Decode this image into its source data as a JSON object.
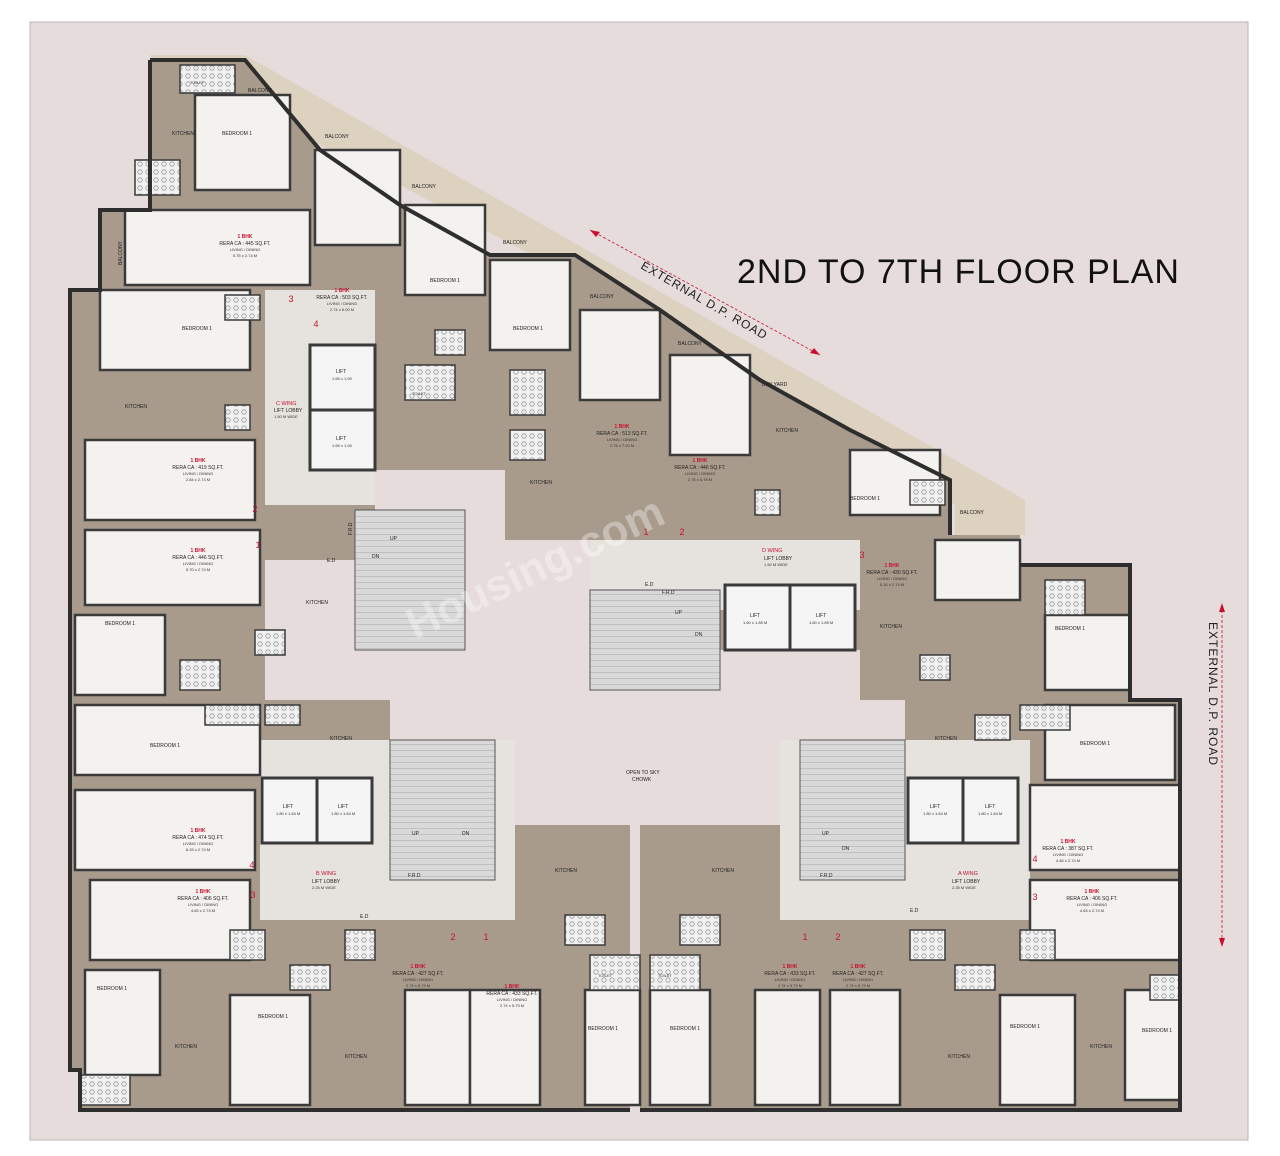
{
  "plan_title": "2ND TO 7TH  FLOOR  PLAN",
  "roads": {
    "diagonal": "EXTERNAL D.P. ROAD",
    "vertical": "EXTERNAL D.P. ROAD"
  },
  "watermark": "Housing.com",
  "chowk": {
    "line1": "OPEN TO SKY",
    "line2": "CHOWK"
  },
  "labels": {
    "balcony": "BALCONY",
    "dry_yard": "DRY YARD",
    "lift": "LIFT",
    "up": "UP",
    "dn": "DN",
    "frd": "F.R.D",
    "ed": "E.D",
    "toilet": "TOILET",
    "kitchen": "KITCHEN",
    "bedroom": "BEDROOM 1",
    "living": "LIVING / DINING",
    "bhk": "1 BHK"
  },
  "wings": [
    {
      "id": "c",
      "name": "C WING",
      "lobby": "LIFT LOBBY",
      "width": "1.50 M WIDE",
      "lift1": "1.65 x 1.90",
      "lift2": "1.65 x 1.90"
    },
    {
      "id": "d",
      "name": "D WING",
      "lobby": "LIFT LOBBY",
      "width": "1.50 M WIDE",
      "lift1": "1.60 x 1.85 M",
      "lift2": "1.60 x 1.85 M"
    },
    {
      "id": "b",
      "name": "B WING",
      "lobby": "LIFT LOBBY",
      "width": "2.25 M WIDE",
      "lift1": "1.80 x 1.84 M",
      "lift2": "1.80 x 1.84 M"
    },
    {
      "id": "a",
      "name": "A WING",
      "lobby": "LIFT LOBBY",
      "width": "2.35 M WIDE",
      "lift1": "1.80 x 1.84 M",
      "lift2": "1.80 x 1.84 M"
    }
  ],
  "units": [
    {
      "id": "c3",
      "number": "3",
      "rera": "RERA CA : 445 SQ.FT.",
      "dims": "5.75 x 2.74 M"
    },
    {
      "id": "c4",
      "number": "4",
      "rera": "RERA CA : 503 SQ.FT.",
      "dims": "2.74 x 6.00 M"
    },
    {
      "id": "c2",
      "number": "2",
      "rera": "RERA CA : 419 SQ.FT.",
      "dims": "2.84 x 2.74 M"
    },
    {
      "id": "c1",
      "number": "1",
      "rera": "RERA CA : 446 SQ.FT.",
      "dims": "5.70 x 2.74 M"
    },
    {
      "id": "d1",
      "number": "1",
      "rera": "RERA CA : 513 SQ.FT.",
      "dims": "2.74 x 7.20 M"
    },
    {
      "id": "d2",
      "number": "2",
      "rera": "RERA CA : 446 SQ.FT.",
      "dims": "2.75 x 5.78 M"
    },
    {
      "id": "d3",
      "number": "3",
      "rera": "RERA CA : 430 SQ.FT.",
      "dims": "5.16 x 2.74 M"
    },
    {
      "id": "b4",
      "number": "4",
      "rera": "RERA CA : 474 SQ.FT.",
      "dims": "6.15 x 2.74 M"
    },
    {
      "id": "b3",
      "number": "3",
      "rera": "RERA CA : 406 SQ.FT.",
      "dims": "4.63 x 2.74 M"
    },
    {
      "id": "b2",
      "number": "2",
      "rera": "RERA CA : 427 SQ.FT.",
      "dims": "2.74 x 5.79 M"
    },
    {
      "id": "b1",
      "number": "1",
      "rera": "RERA CA : 433 SQ.FT.",
      "dims": "2.74 x 5.79 M"
    },
    {
      "id": "a1",
      "number": "1",
      "rera": "RERA CA : 433 SQ.FT.",
      "dims": "2.74 x 5.79 M"
    },
    {
      "id": "a2",
      "number": "2",
      "rera": "RERA CA : 427 SQ.FT.",
      "dims": "2.74 x 5.79 M"
    },
    {
      "id": "a3",
      "number": "3",
      "rera": "RERA CA : 406 SQ.FT.",
      "dims": "4.63 x 2.74 M"
    },
    {
      "id": "a4",
      "number": "4",
      "rera": "RERA CA : 387 SQ.FT.",
      "dims": "4.48 x 2.74 M"
    }
  ],
  "colors": {
    "background": "#e7dcdc",
    "unit_floor": "#a89b8c",
    "lobby": "#e6e3df",
    "walls": "#3a3a3a",
    "highlight": "#c8102e",
    "balcony": "#d8ccb4"
  }
}
